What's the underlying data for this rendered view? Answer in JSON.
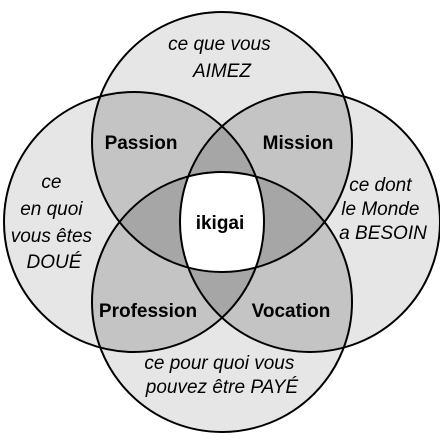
{
  "colors": {
    "single": "#e6e6e6",
    "double": "#c4c4c4",
    "triple": "#a6a6a6",
    "center": "#ffffff",
    "outline": "#000000"
  },
  "circles": {
    "top": {
      "lines": [
        "ce que vous",
        "AIMEZ"
      ]
    },
    "right": {
      "lines": [
        "ce dont",
        "le Monde",
        "a BESOIN"
      ]
    },
    "bottom": {
      "lines": [
        "ce pour quoi vous",
        "pouvez être PAYÉ"
      ]
    },
    "left": {
      "lines": [
        "ce",
        "en quoi",
        "vous êtes",
        "DOUÉ"
      ]
    }
  },
  "overlaps": {
    "passion": "Passion",
    "mission": "Mission",
    "vocation": "Vocation",
    "profession": "Profession"
  },
  "center": "ikigai"
}
